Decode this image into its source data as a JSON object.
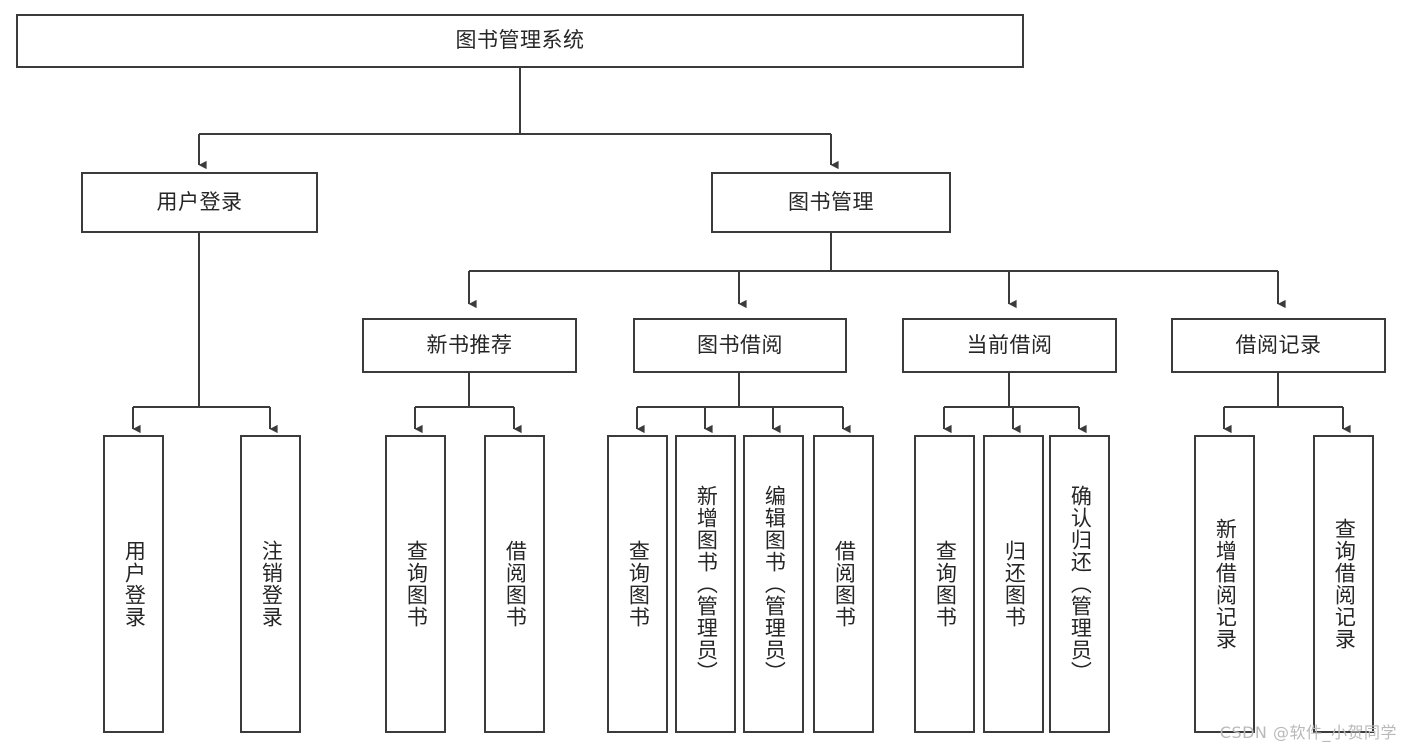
{
  "diagram": {
    "title": "图书管理系统",
    "type": "tree-hierarchy-chart",
    "orientation": "top-down",
    "colors": {
      "background": "#ffffff",
      "box_border": "#3b3b3b",
      "box_fill": "#ffffff",
      "text": "#262626",
      "connector": "#3b3b3b",
      "watermark": "#b9b9b9"
    },
    "nodes": {
      "root": {
        "label": "图书管理系统",
        "level": 0
      },
      "user_login": {
        "label": "用户登录",
        "level": 1
      },
      "book_manage": {
        "label": "图书管理",
        "level": 1
      },
      "new_book_rec": {
        "label": "新书推荐",
        "level": 2
      },
      "book_borrow": {
        "label": "图书借阅",
        "level": 2
      },
      "current_borrow": {
        "label": "当前借阅",
        "level": 2
      },
      "borrow_record": {
        "label": "借阅记录",
        "level": 2
      },
      "leaf_user_login": {
        "label": "用户登录",
        "level": 3
      },
      "leaf_logout": {
        "label": "注销登录",
        "level": 3
      },
      "leaf_query_book_a": {
        "label": "查询图书",
        "level": 3
      },
      "leaf_borrow_book_a": {
        "label": "借阅图书",
        "level": 3
      },
      "leaf_query_book_b": {
        "label": "查询图书",
        "level": 3
      },
      "leaf_add_book": {
        "label": "新增图书（管理员）",
        "level": 3
      },
      "leaf_edit_book": {
        "label": "编辑图书（管理员）",
        "level": 3
      },
      "leaf_borrow_book_b": {
        "label": "借阅图书",
        "level": 3
      },
      "leaf_query_book_c": {
        "label": "查询图书",
        "level": 3
      },
      "leaf_return_book": {
        "label": "归还图书",
        "level": 3
      },
      "leaf_confirm_return": {
        "label": "确认归还（管理员）",
        "level": 3
      },
      "leaf_add_record": {
        "label": "新增借阅记录",
        "level": 3
      },
      "leaf_query_record": {
        "label": "查询借阅记录",
        "level": 3
      }
    },
    "edges": [
      {
        "from": "root",
        "to": "user_login"
      },
      {
        "from": "root",
        "to": "book_manage"
      },
      {
        "from": "user_login",
        "to": "leaf_user_login"
      },
      {
        "from": "user_login",
        "to": "leaf_logout"
      },
      {
        "from": "book_manage",
        "to": "new_book_rec"
      },
      {
        "from": "book_manage",
        "to": "book_borrow"
      },
      {
        "from": "book_manage",
        "to": "current_borrow"
      },
      {
        "from": "book_manage",
        "to": "borrow_record"
      },
      {
        "from": "new_book_rec",
        "to": "leaf_query_book_a"
      },
      {
        "from": "new_book_rec",
        "to": "leaf_borrow_book_a"
      },
      {
        "from": "book_borrow",
        "to": "leaf_query_book_b"
      },
      {
        "from": "book_borrow",
        "to": "leaf_add_book"
      },
      {
        "from": "book_borrow",
        "to": "leaf_edit_book"
      },
      {
        "from": "book_borrow",
        "to": "leaf_borrow_book_b"
      },
      {
        "from": "current_borrow",
        "to": "leaf_query_book_c"
      },
      {
        "from": "current_borrow",
        "to": "leaf_return_book"
      },
      {
        "from": "current_borrow",
        "to": "leaf_confirm_return"
      },
      {
        "from": "borrow_record",
        "to": "leaf_add_record"
      },
      {
        "from": "borrow_record",
        "to": "leaf_query_record"
      }
    ]
  },
  "watermark": {
    "text": "CSDN @软件_小贺同学"
  }
}
